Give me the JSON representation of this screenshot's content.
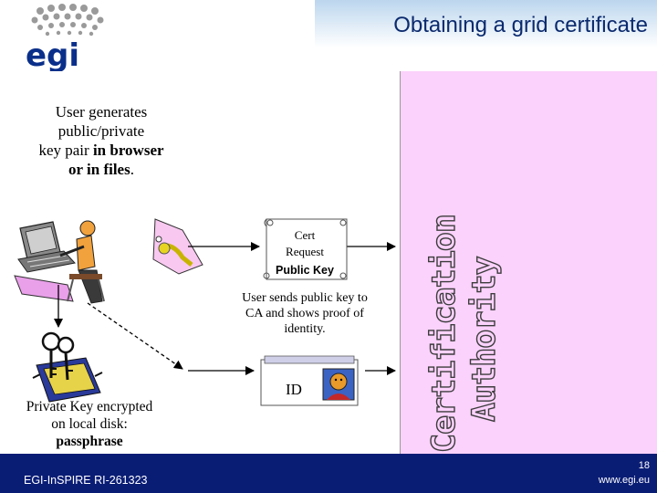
{
  "header": {
    "title": "Obtaining a grid certificate"
  },
  "logo": {
    "text": "egi"
  },
  "ca_panel": {
    "label_line1": "Certification",
    "label_line2": "Authority",
    "color": "#fbd2fb"
  },
  "user_generates": {
    "line1": "User generates",
    "line2": "public/private",
    "line3_plain": "key pair ",
    "line3_bold": "in browser",
    "line4_bold": "or in files",
    "line4_end": "."
  },
  "cert_request": {
    "line1": "Cert",
    "line2": "Request",
    "public_key": "Public Key"
  },
  "user_sends": {
    "line1": "User sends public key to",
    "line2": "CA and shows proof of",
    "line3": "identity."
  },
  "id_card": {
    "label": "ID"
  },
  "private_key": {
    "line1": "Private Key encrypted",
    "line2": "on local disk:",
    "line3": "passphrase"
  },
  "footer": {
    "project": "EGI-InSPIRE RI-261323",
    "page": "18",
    "url": "www.egi.eu"
  }
}
